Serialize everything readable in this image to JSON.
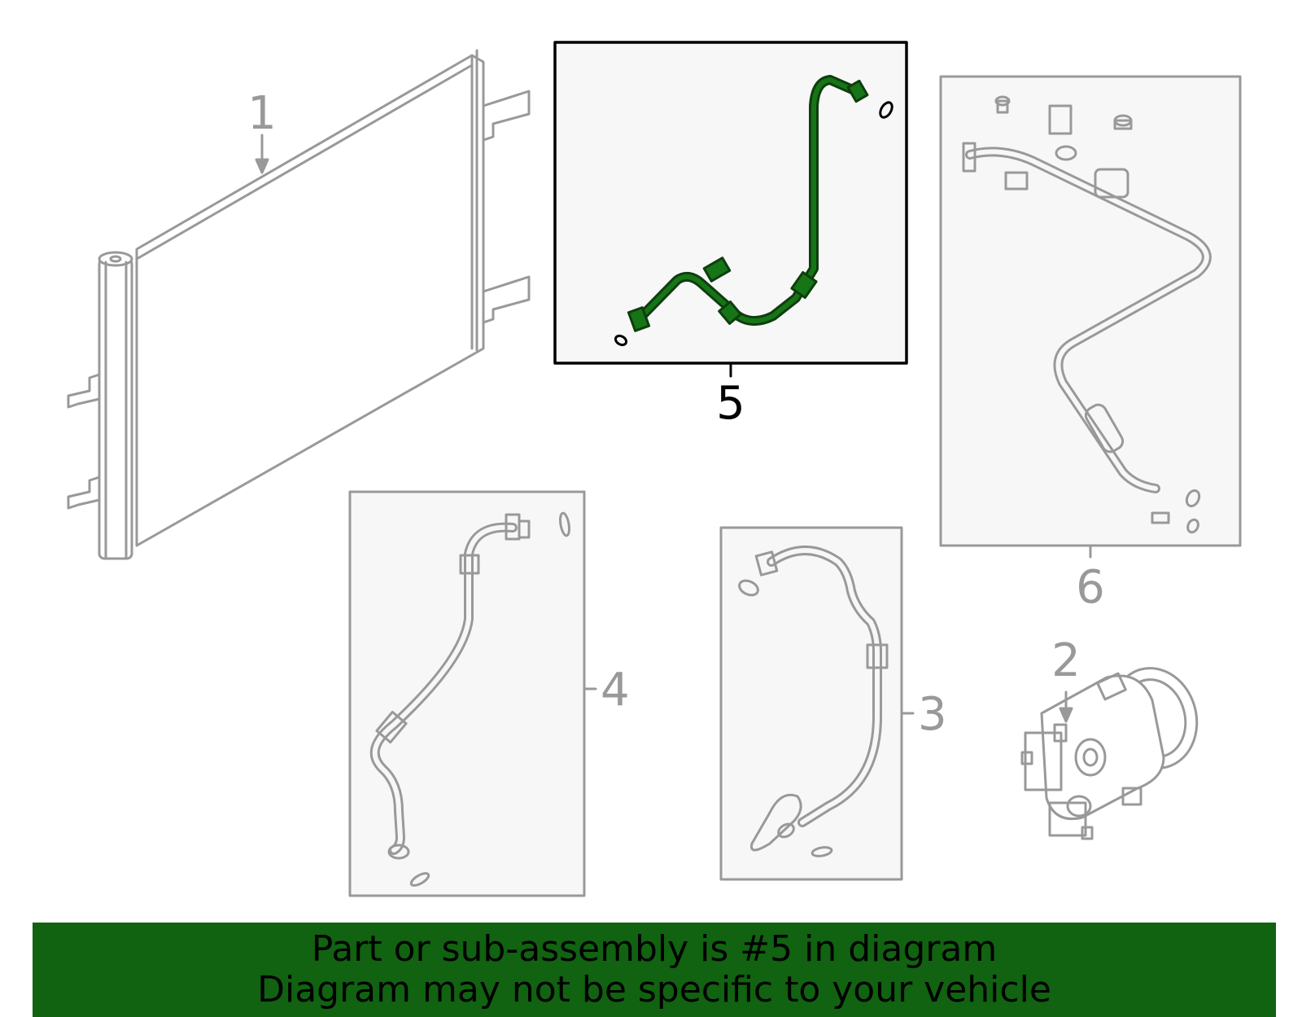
{
  "callouts": {
    "c1": "1",
    "c2": "2",
    "c3": "3",
    "c4": "4",
    "c5": "5",
    "c6": "6"
  },
  "banner": {
    "line1": "Part or sub-assembly is #5 in diagram",
    "line2": "Diagram may not be specific to your vehicle"
  },
  "colors": {
    "highlight": "#116211",
    "part_stroke": "#999999",
    "panel_fill": "#f7f7f7"
  }
}
